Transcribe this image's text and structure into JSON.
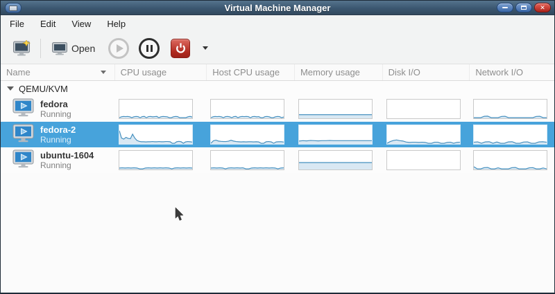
{
  "window": {
    "title": "Virtual Machine Manager",
    "controls": [
      "minimize",
      "maximize",
      "close"
    ]
  },
  "menu": {
    "items": [
      "File",
      "Edit",
      "View",
      "Help"
    ]
  },
  "toolbar": {
    "open_label": "Open"
  },
  "table": {
    "columns": [
      "Name",
      "CPU usage",
      "Host CPU usage",
      "Memory usage",
      "Disk I/O",
      "Network I/O"
    ]
  },
  "tree": {
    "group_label": "QEMU/KVM"
  },
  "vms": [
    {
      "name": "fedora",
      "status": "Running",
      "selected": false,
      "charts": {
        "cpu": [
          0,
          5,
          7,
          6,
          7,
          5,
          0,
          5,
          7,
          6,
          0,
          6,
          7,
          0,
          6,
          7,
          5,
          6,
          7,
          0,
          5,
          7,
          6,
          5,
          0,
          0,
          5,
          7,
          6,
          0,
          0,
          0,
          0,
          5,
          7,
          4
        ],
        "host_cpu": [
          0,
          5,
          7,
          6,
          7,
          5,
          0,
          6,
          7,
          5,
          0,
          6,
          7,
          0,
          5,
          7,
          6,
          7,
          6,
          0,
          6,
          7,
          5,
          6,
          0,
          0,
          6,
          7,
          5,
          0,
          0,
          5,
          7,
          6,
          0,
          4
        ],
        "memory": [
          17,
          17,
          17,
          17,
          17,
          17,
          17,
          17,
          17,
          17,
          17,
          17
        ],
        "disk": [
          0
        ],
        "network": [
          0,
          0,
          0,
          8,
          9,
          0,
          0,
          0,
          7,
          8,
          0,
          0,
          0,
          0,
          0,
          0,
          0,
          0,
          7,
          8,
          0,
          0
        ]
      }
    },
    {
      "name": "fedora-2",
      "status": "Running",
      "selected": true,
      "charts": {
        "cpu": [
          72,
          30,
          24,
          34,
          28,
          26,
          52,
          30,
          16,
          11,
          9,
          9,
          8,
          9,
          9,
          10,
          9,
          9,
          10,
          9,
          9,
          10,
          10,
          9,
          0,
          0,
          9,
          11,
          9,
          0,
          8,
          10,
          9,
          7
        ],
        "host_cpu": [
          0,
          14,
          18,
          13,
          11,
          10,
          10,
          12,
          17,
          13,
          10,
          9,
          8,
          9,
          8,
          9,
          9,
          8,
          9,
          8,
          0,
          0,
          9,
          10,
          8,
          0,
          8,
          9,
          9,
          7
        ],
        "memory": [
          13,
          15,
          14,
          16,
          15,
          14,
          15,
          15,
          16,
          15,
          15,
          15,
          15,
          15,
          15,
          15,
          15,
          15,
          15,
          15
        ],
        "disk": [
          0,
          10,
          16,
          19,
          15,
          13,
          7,
          5,
          6,
          6,
          5,
          6,
          5,
          0,
          0,
          6,
          6,
          0,
          0,
          5,
          6,
          0,
          5,
          6
        ],
        "network": [
          6,
          8,
          0,
          8,
          9,
          0,
          7,
          0,
          0,
          8,
          9,
          0,
          0,
          7,
          8,
          0,
          0,
          8,
          9,
          6
        ]
      }
    },
    {
      "name": "ubuntu-1604",
      "status": "Running",
      "selected": false,
      "charts": {
        "cpu": [
          5,
          6,
          5,
          6,
          5,
          6,
          5,
          0,
          0,
          5,
          6,
          5,
          6,
          5,
          6,
          5,
          6,
          5,
          0,
          5,
          6,
          5,
          6,
          5,
          6,
          5
        ],
        "host_cpu": [
          5,
          6,
          5,
          6,
          5,
          0,
          5,
          6,
          5,
          6,
          5,
          6,
          0,
          0,
          5,
          6,
          5,
          6,
          5,
          6,
          5,
          6,
          5,
          0,
          5,
          6
        ],
        "memory": [
          36,
          36,
          36,
          36,
          36,
          36,
          36,
          36,
          36,
          36,
          36,
          36
        ],
        "disk": [
          0
        ],
        "network": [
          12,
          0,
          0,
          7,
          8,
          0,
          0,
          6,
          0,
          0,
          0,
          7,
          8,
          0,
          0,
          0,
          6,
          7,
          0,
          0,
          5,
          0
        ]
      }
    }
  ],
  "colors": {
    "selection": "#47a3db",
    "spark_line": "#4690bf",
    "spark_fill": "#d9e8f3",
    "titlebar": "#3b5770",
    "close_red": "#b02a20"
  }
}
